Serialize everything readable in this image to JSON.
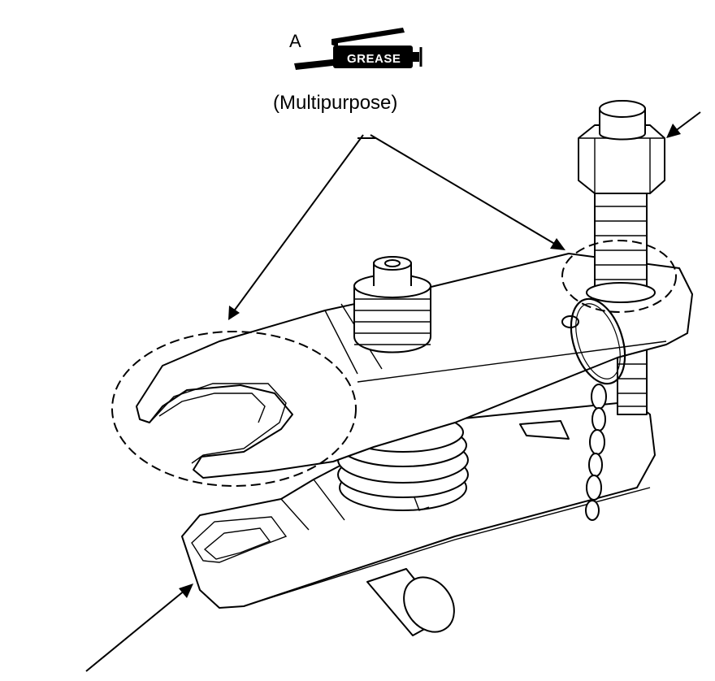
{
  "callout": {
    "letter": "A",
    "grease_label": "GREASE",
    "grease_type": "(Multipurpose)"
  },
  "colors": {
    "ink": "#000000",
    "background": "#ffffff"
  }
}
